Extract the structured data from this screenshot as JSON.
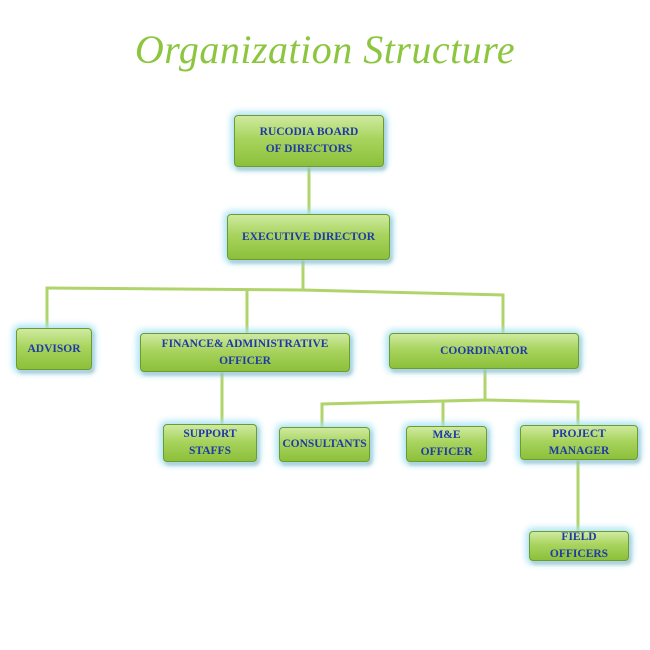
{
  "title": "Organization Structure",
  "colors": {
    "title": "#8cc63f",
    "box_fill": "#a8d45e",
    "box_border": "#6f9a2c",
    "box_glow": "#a9e3f5",
    "box_text": "#1f3aa6",
    "connector": "#b0d46a"
  },
  "nodes": {
    "board": "RUCODIA BOARD\nOF DIRECTORS",
    "executive_director": "EXECUTIVE DIRECTOR",
    "advisor": "ADVISOR",
    "finance_officer": "FINANCE& ADMINISTRATIVE  OFFICER",
    "coordinator": "COORDINATOR",
    "support_staffs": "SUPPORT\nSTAFFS",
    "consultants": "CONSULTANTS",
    "me_officer": "M&E OFFICER",
    "project_manager": "PROJECT MANAGER",
    "field_officers": "FIELD OFFICERS"
  },
  "edges": [
    [
      "board",
      "executive_director"
    ],
    [
      "executive_director",
      "advisor"
    ],
    [
      "executive_director",
      "finance_officer"
    ],
    [
      "executive_director",
      "coordinator"
    ],
    [
      "finance_officer",
      "support_staffs"
    ],
    [
      "coordinator",
      "consultants"
    ],
    [
      "coordinator",
      "me_officer"
    ],
    [
      "coordinator",
      "project_manager"
    ],
    [
      "project_manager",
      "field_officers"
    ]
  ]
}
